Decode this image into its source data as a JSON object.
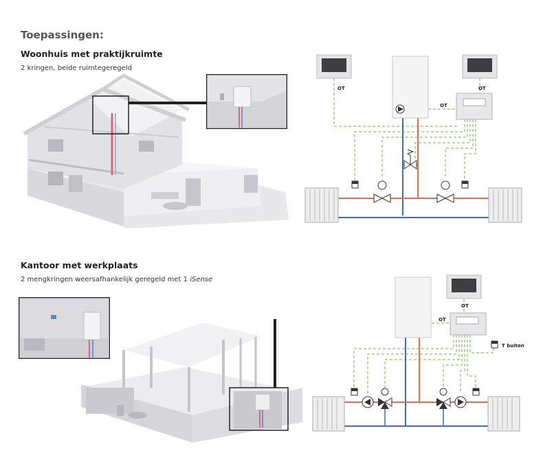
{
  "page": {
    "heading": "Toepassingen:"
  },
  "section1": {
    "title": "Woonhuis met praktijkruimte",
    "subtitle": "2 kringen, beide ruimtegeregeld",
    "labels": {
      "thermostat_left": "OT",
      "thermostat_right": "OT",
      "boiler_link": "OT"
    }
  },
  "section2": {
    "title": "Kantoor met werkplaats",
    "subtitle_main": "2 mengkringen weersafhankelijk geregeld met 1 ",
    "subtitle_italic": "iSense",
    "labels": {
      "thermostat": "OT",
      "boiler_link": "OT",
      "outdoor_sensor": "T buiten"
    }
  },
  "colors": {
    "supply": "#e07050",
    "return": "#3a6fb0",
    "signal": "#9ccf7a"
  }
}
